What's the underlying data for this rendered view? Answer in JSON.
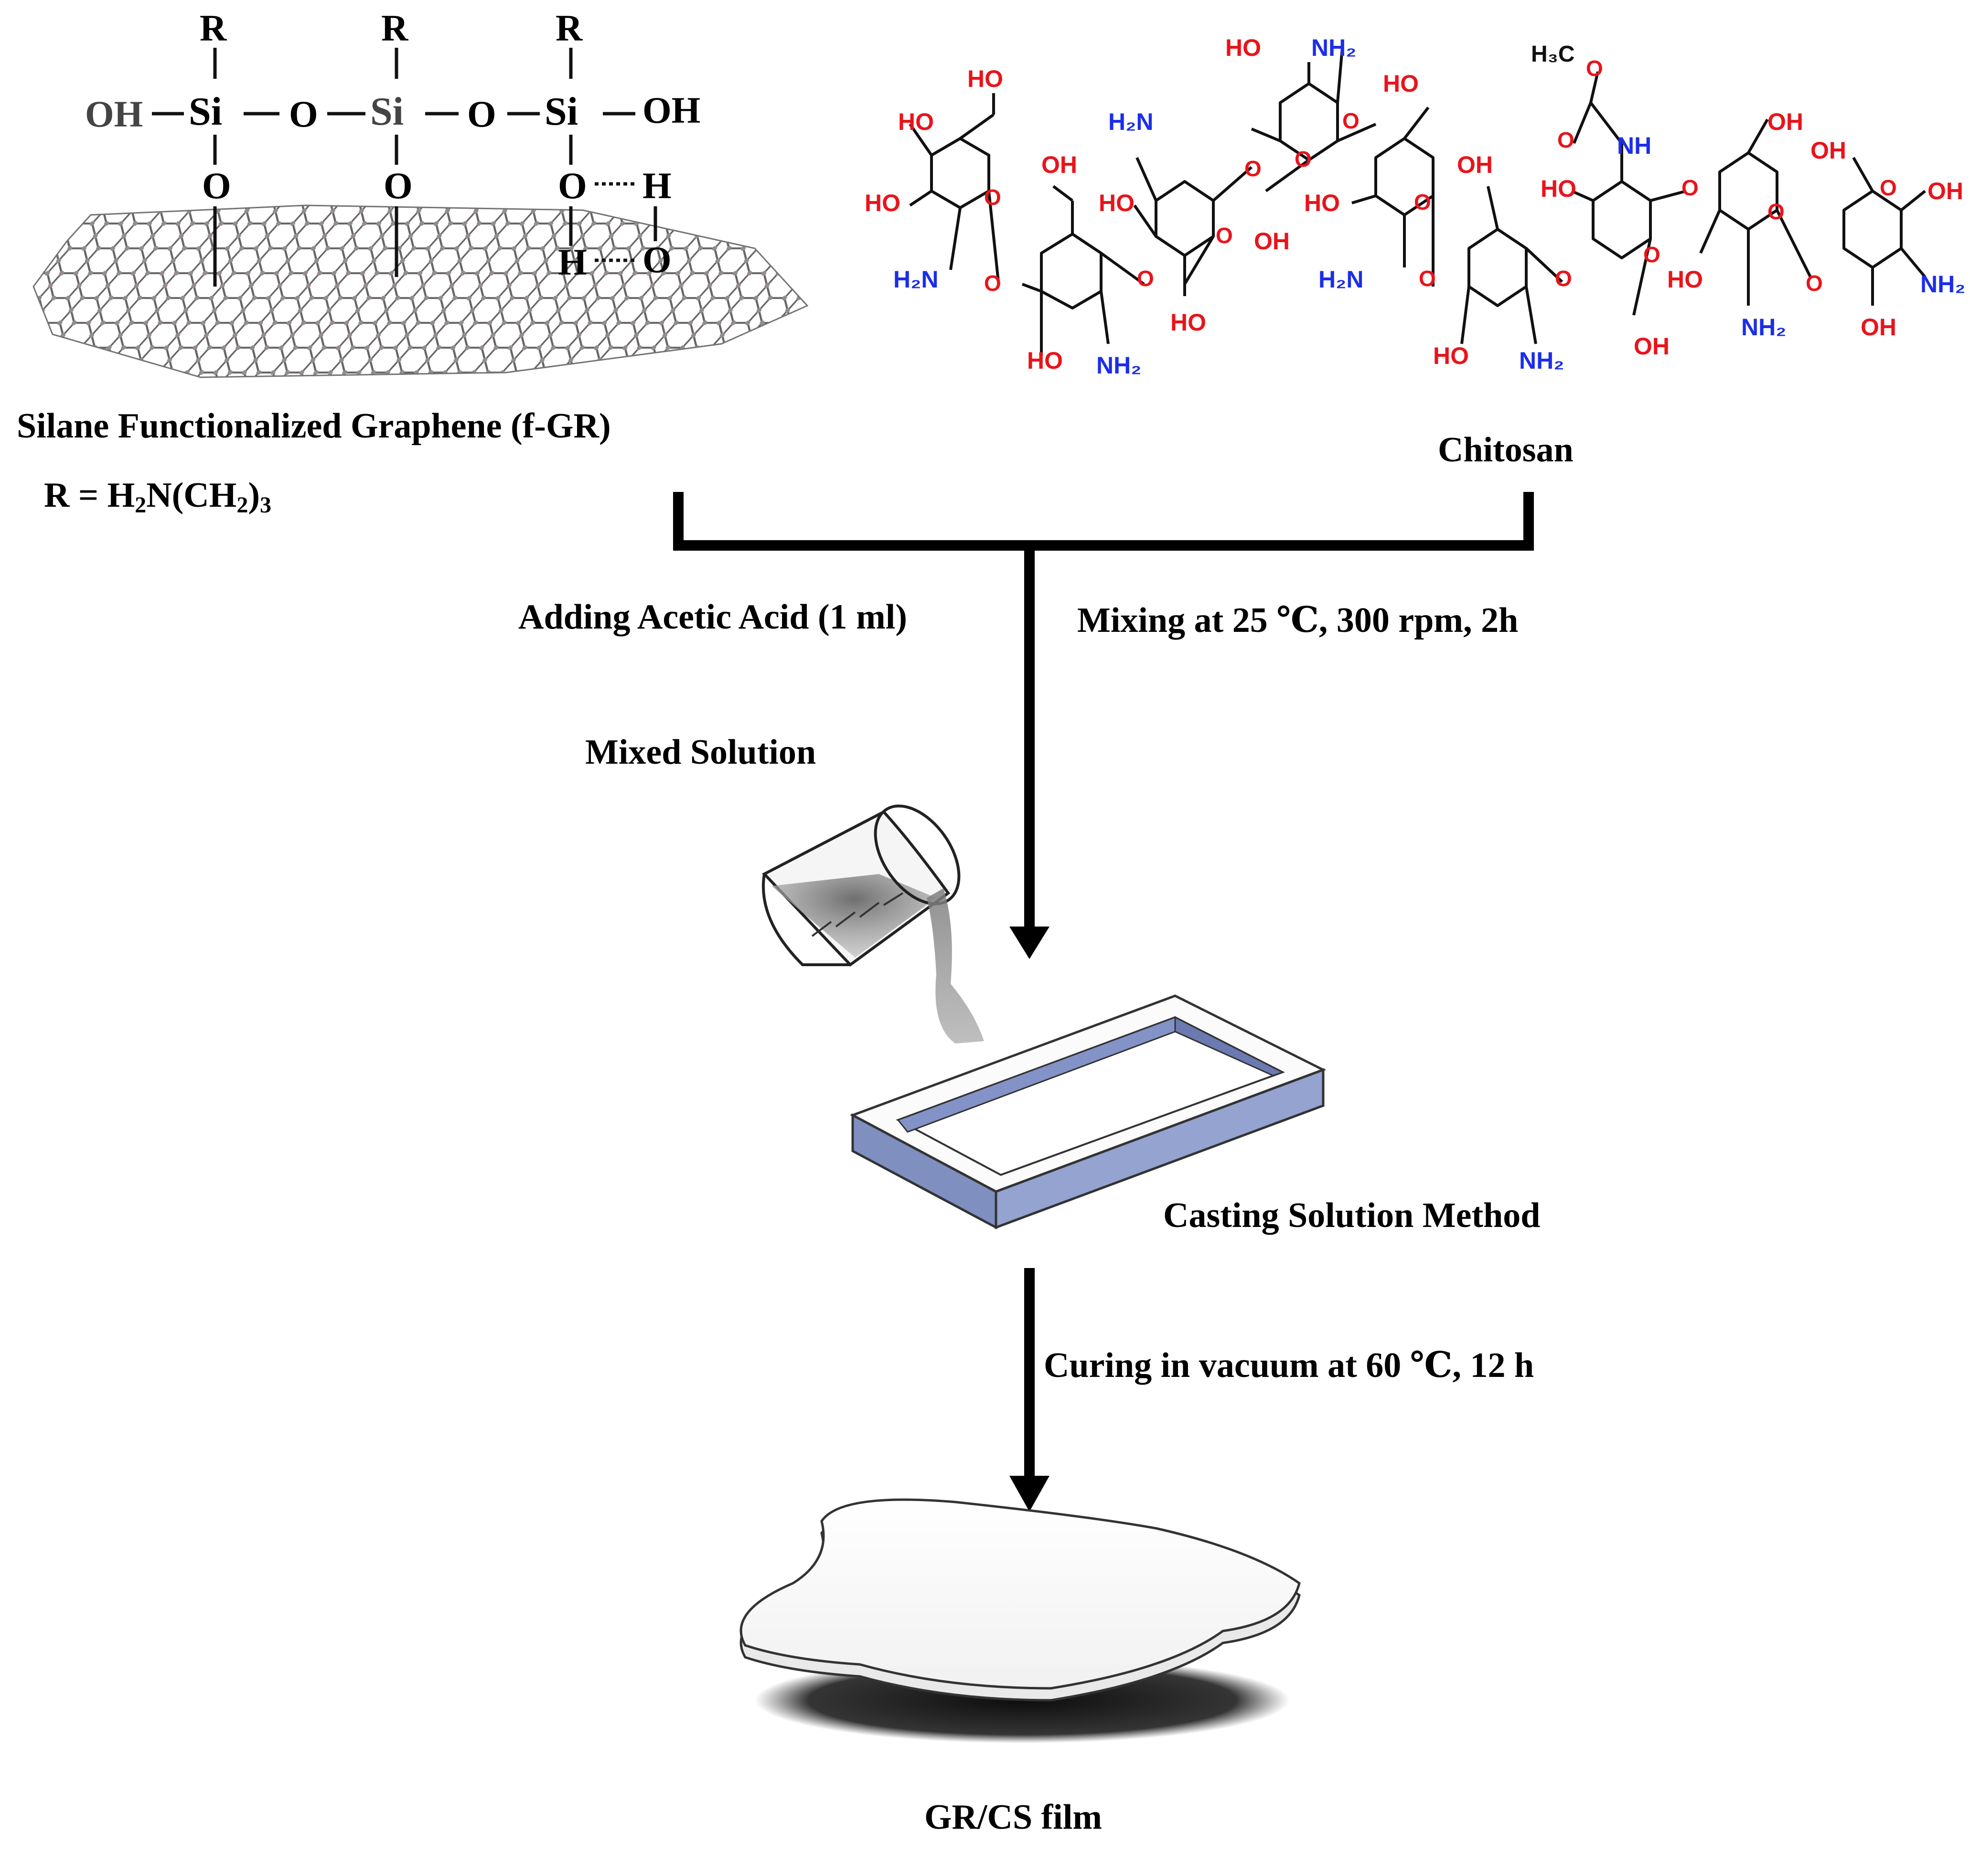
{
  "silane": {
    "caption": "Silane Functionalized Graphene (f-GR)",
    "r_def_prefix": "R = H",
    "r_def_sub1": "2",
    "r_def_mid": "N(CH",
    "r_def_sub2": "2",
    "r_def_end": ")",
    "r_def_sub3": "3",
    "atoms": {
      "r": "R",
      "si": "Si",
      "o": "O",
      "oh": "OH",
      "h": "H"
    }
  },
  "chitosan": {
    "caption": "Chitosan",
    "groups": {
      "ho": "HO",
      "oh": "OH",
      "o": "O",
      "h2n": "H₂N",
      "nh2": "NH₂",
      "h3c": "H₃C",
      "nh": "NH"
    }
  },
  "steps": {
    "adding_acid": "Adding Acetic Acid (1 ml)",
    "mixing": "Mixing at 25 ℃, 300 rpm, 2h",
    "mixed_solution": "Mixed Solution",
    "casting": "Casting Solution Method",
    "curing": "Curing in vacuum at 60 ℃, 12 h",
    "product": "GR/CS film"
  },
  "colors": {
    "hydroxyl": "#e8141b",
    "amine": "#1c2ee8",
    "mold": "#7e8fc0",
    "arrow": "#000000"
  }
}
